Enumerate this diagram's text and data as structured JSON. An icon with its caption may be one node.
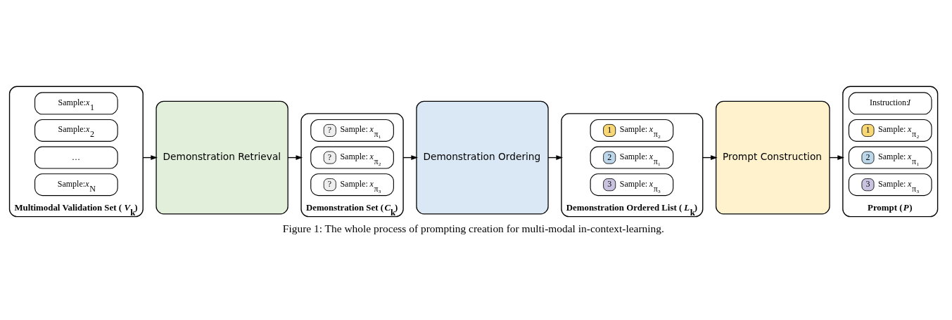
{
  "diagram": {
    "caption": "Figure 1: The whole process of prompting creation for multi-modal in-context-learning.",
    "nodes": [
      {
        "text": [
          "Multimodal Validation Set (*V*$_{k}$)"
        ]
      },
      {
        "text": [
          "Sample:*x*$_{1}$"
        ],
        "in": 0
      },
      {
        "text": [
          "Sample:*x*$_{2}$"
        ],
        "in": 0
      },
      {
        "text": [
          "…"
        ],
        "in": 0
      },
      {
        "text": [
          "Sample:*x*$_{N}$"
        ],
        "in": 0
      },
      {
        "text": [
          "Demonstration Retrieval"
        ]
      },
      {
        "text": [
          "Demonstration Set (*C*$_{k}$)"
        ]
      },
      {
        "text": [
          "?",
          "Sample: *x*$_{π₁}$"
        ],
        "in": 6
      },
      {
        "text": [
          "?",
          "Sample: *x*$_{π₂}$"
        ],
        "in": 6
      },
      {
        "text": [
          "?",
          "Sample: *x*$_{π₃}$"
        ],
        "in": 6
      },
      {
        "text": [
          "Demonstration Ordering"
        ]
      },
      {
        "text": [
          "Demonstration Ordered List (*L*$_{k}$)"
        ]
      },
      {
        "text": [
          "1",
          "Sample: *x*$_{π₂}$"
        ],
        "in": 11
      },
      {
        "text": [
          "2",
          "Sample: *x*$_{π₁}$"
        ],
        "in": 11
      },
      {
        "text": [
          "3",
          "Sample: *x*$_{π₃}$"
        ],
        "in": 11
      },
      {
        "text": [
          "Prompt Construction"
        ]
      },
      {
        "text": [
          "Prompt (*P*)"
        ]
      },
      {
        "text": [
          "Instruction:*I*"
        ],
        "in": 16
      },
      {
        "text": [
          "1",
          "Sample: *x*$_{π₂}$"
        ],
        "in": 16
      },
      {
        "text": [
          "2",
          "Sample: *x*$_{π₁}$"
        ],
        "in": 16
      },
      {
        "text": [
          "3",
          "Sample: *x*$_{π₃}$"
        ],
        "in": 16
      }
    ],
    "edges": [
      {
        "from": 0,
        "to": 5,
        "arrow": "to"
      },
      {
        "from": 5,
        "to": 6,
        "arrow": "to"
      },
      {
        "from": 6,
        "to": 10,
        "arrow": "to"
      },
      {
        "from": 10,
        "to": 11,
        "arrow": "to"
      },
      {
        "from": 11,
        "to": 15,
        "arrow": "to"
      },
      {
        "from": 15,
        "to": 16,
        "arrow": "to"
      }
    ]
  }
}
